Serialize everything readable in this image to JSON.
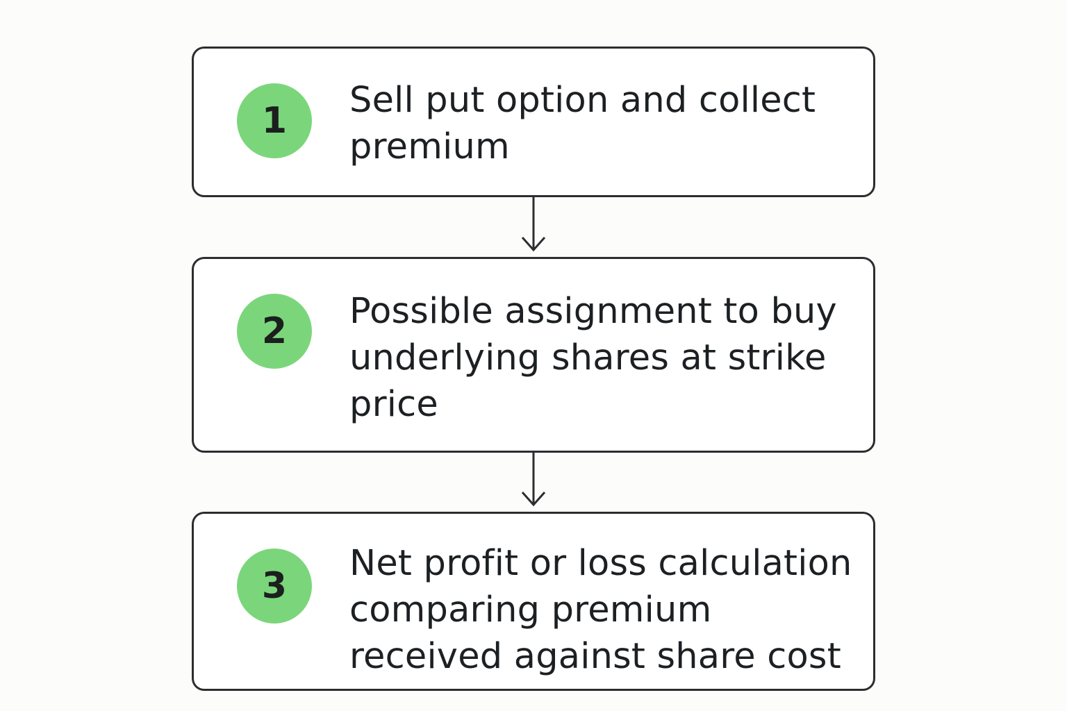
{
  "steps": [
    {
      "number": "1",
      "text": "Sell put option and collect premium"
    },
    {
      "number": "2",
      "text": "Possible assignment to buy underlying shares at strike price"
    },
    {
      "number": "3",
      "text": "Net profit or loss calculation comparing premium received against share cost"
    }
  ],
  "colors": {
    "badge": "#7bd67b",
    "border": "#2b2d30",
    "background": "#fcfcfa",
    "text": "#1d2023"
  },
  "icons": {
    "connector": "arrow-down-icon"
  }
}
